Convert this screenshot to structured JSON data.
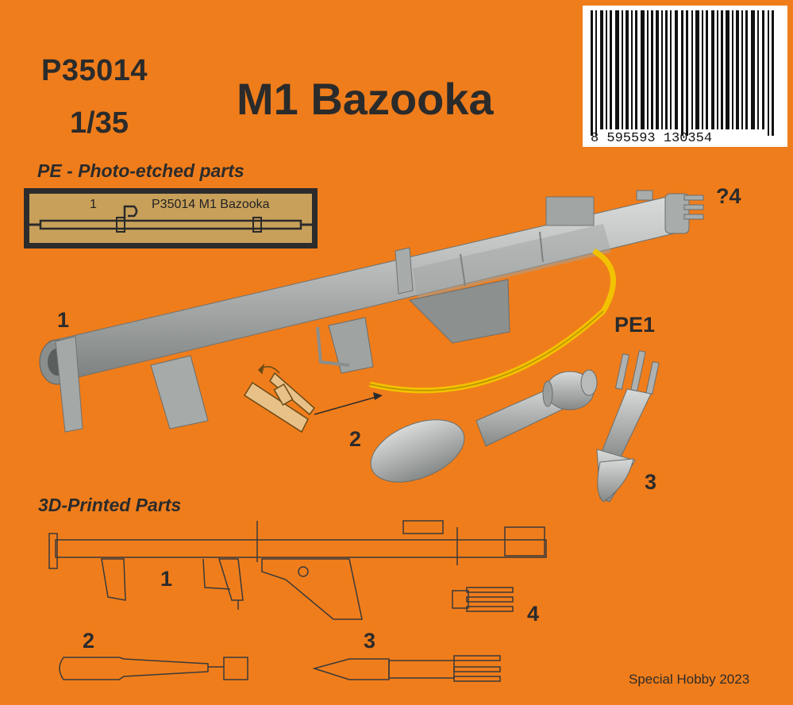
{
  "header": {
    "code": "P35014",
    "scale": "1/35",
    "title": "M1 Bazooka"
  },
  "barcode": {
    "digits": "8 595593 130354"
  },
  "pe_section": {
    "heading": "PE - Photo-etched parts",
    "fret_number": "1",
    "fret_label": "P35014 M1 Bazooka"
  },
  "render_labels": {
    "part1": "1",
    "part2": "2",
    "part3": "3",
    "part4": "?4",
    "pe1": "PE1"
  },
  "print_section": {
    "heading": "3D-Printed Parts",
    "part1": "1",
    "part2": "2",
    "part3": "3",
    "part4": "4"
  },
  "footer": {
    "brand": "Special Hobby 2023"
  },
  "colors": {
    "background": "#f07d1b",
    "part_grey": "#aeb1b0",
    "strap": "#f2c200",
    "fret_brass": "#c8a05a"
  }
}
